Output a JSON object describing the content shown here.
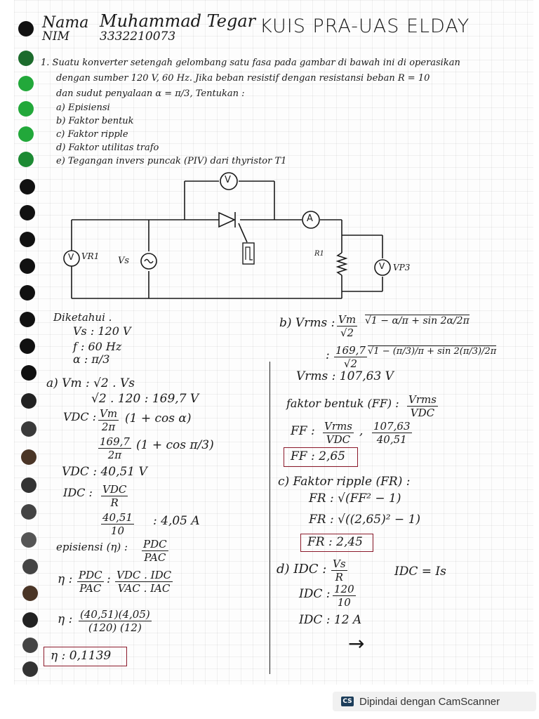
{
  "header": {
    "nama_label": "Nama",
    "nama_value": "Muhammad Tegar",
    "nim_label": "NIM",
    "nim_value": "3332210073",
    "title": "KUIS PRA-UAS ELDAY"
  },
  "question": {
    "line1": "1. Suatu konverter setengah gelombang satu fasa pada gambar di bawah ini di operasikan",
    "line2": "dengan sumber 120 V, 60 Hz. Jika beban resistif dengan resistansi beban R = 10",
    "line3": "dan sudut penyalaan α = π/3, Tentukan :",
    "items": [
      "a) Episiensi",
      "b) Faktor bentuk",
      "c) Faktor ripple",
      "d) Faktor utilitas trafo",
      "e) Tegangan invers puncak (PIV) dari thyristor T1"
    ]
  },
  "circuit": {
    "label_vr1": "VR1",
    "label_vs": "Vs",
    "label_r1": "R1",
    "label_vp3": "VP3",
    "meter_v": "V",
    "meter_a": "A"
  },
  "known": {
    "title": "Diketahui .",
    "vs": "Vs : 120 V",
    "f": "f : 60 Hz",
    "alpha": "α : π/3"
  },
  "part_a": {
    "vm1": "a) Vm : √2 . Vs",
    "vm2": "√2 . 120   : 169,7 V",
    "vdc_label": "VDC :",
    "vdc_num": "Vm",
    "vdc_den": "2π",
    "vdc_tail": "(1 + cos α)",
    "vdc2_num": "169,7",
    "vdc2_den": "2π",
    "vdc2_tail": "(1 + cos π/3)",
    "vdc_result": "VDC : 40,51 V",
    "idc_label": "IDC :",
    "idc_num": "VDC",
    "idc_den": "R",
    "idc2_num": "40,51",
    "idc2_den": "10",
    "idc2_tail": ": 4,05 A",
    "eff_label": "episiensi (η) :",
    "eff_num": "PDC",
    "eff_den": "PAC",
    "eta_label": "η :",
    "eta_num1": "PDC",
    "eta_den1": "PAC",
    "eta_num2": "VDC . IDC",
    "eta_den2": "VAC . IAC",
    "eta_calc_label": "η :",
    "eta_calc_num": "(40,51)(4,05)",
    "eta_calc_den": "(120) (12)",
    "eta_result": "η : 0,1139"
  },
  "part_b": {
    "label": "b) Vrms :",
    "num1": "Vm",
    "den1": "√2",
    "root1": "1 − α/π + sin 2α/2π",
    "num2": "169,7",
    "den2": "√2",
    "root2": "1 − (π/3)/π + sin 2(π/3)/2π",
    "vrms_result": "Vrms : 107,63 V",
    "ff_def": "faktor bentuk (FF) :",
    "ff_def_num": "Vrms",
    "ff_def_den": "VDC",
    "ff_label": "FF :",
    "ff_num": "Vrms",
    "ff_den": "VDC",
    "ff_num2": "107,63",
    "ff_den2": "40,51",
    "ff_result": "FF : 2,65"
  },
  "part_c": {
    "label": "c) Faktor ripple (FR) :",
    "fr1": "FR : √(FF² − 1)",
    "fr2": "FR : √((2,65)² − 1)",
    "fr_result": "FR : 2,45"
  },
  "part_d": {
    "label": "d) IDC :",
    "num1": "Vs",
    "den1": "R",
    "side": "IDC = Is",
    "l2": "IDC :",
    "num2": "120",
    "den2": "10",
    "l3": "IDC : 12 A",
    "arrow": "→"
  },
  "footer": {
    "badge": "CS",
    "text": "Dipindai dengan CamScanner"
  },
  "colors": {
    "ink": "#1a1a1a",
    "box": "#8b1a2b",
    "dot_dark": "#111111",
    "dot_green": "#1fa83a"
  }
}
